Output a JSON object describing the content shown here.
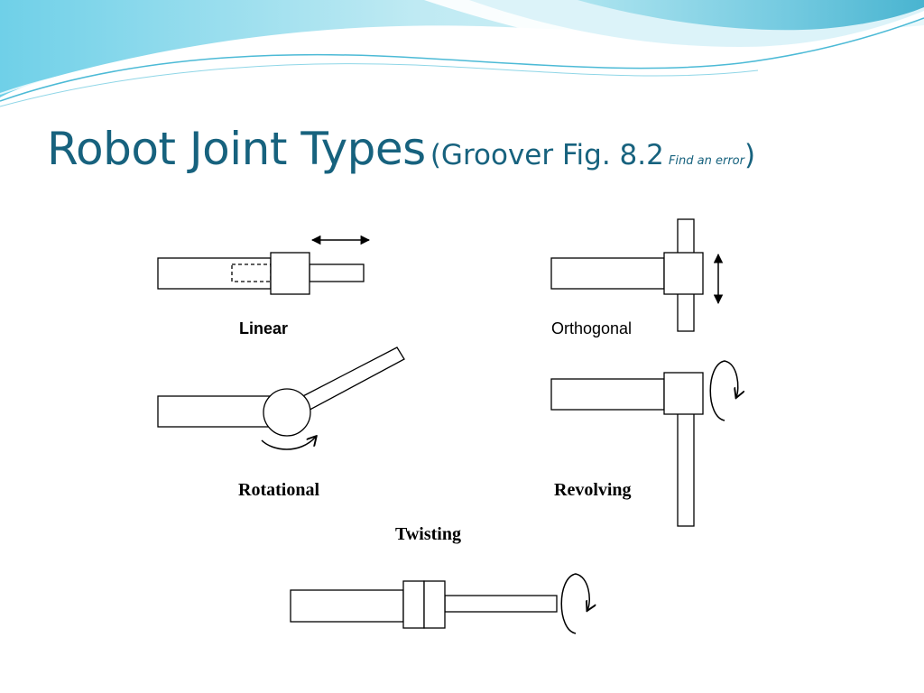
{
  "slide": {
    "title_main": "Robot Joint Types",
    "title_paren_open": "(Groover Fig. 8.2",
    "title_note": "Find an error",
    "title_paren_close": ")"
  },
  "joints": {
    "linear": "Linear",
    "orthogonal": "Orthogonal",
    "rotational": "Rotational",
    "revolving": "Revolving",
    "twisting": "Twisting"
  },
  "colors": {
    "title": "#17627e",
    "wave_light": "#bfe9f2",
    "wave_mid": "#7fd3e6",
    "wave_dark": "#3fb4d0",
    "line": "#000000"
  }
}
